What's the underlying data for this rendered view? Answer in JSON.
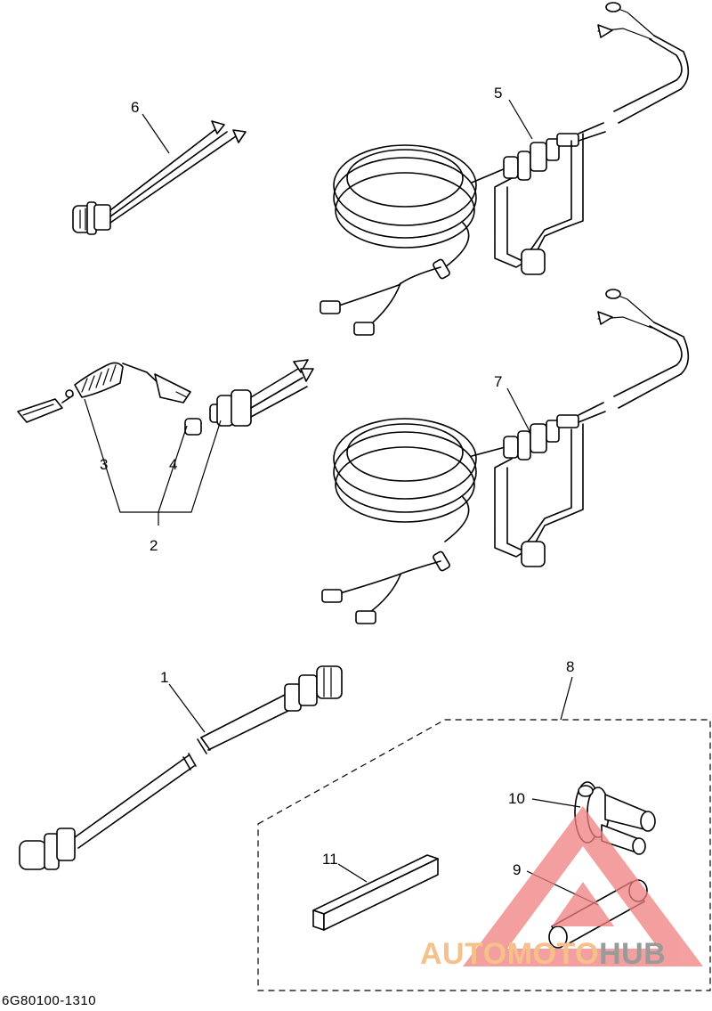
{
  "diagram": {
    "code": "6G80100-1310",
    "callouts": [
      {
        "id": "1",
        "label": "1"
      },
      {
        "id": "2",
        "label": "2"
      },
      {
        "id": "3",
        "label": "3"
      },
      {
        "id": "4",
        "label": "4"
      },
      {
        "id": "5",
        "label": "5"
      },
      {
        "id": "6",
        "label": "6"
      },
      {
        "id": "7",
        "label": "7"
      },
      {
        "id": "8",
        "label": "8"
      },
      {
        "id": "9",
        "label": "9"
      },
      {
        "id": "10",
        "label": "10"
      },
      {
        "id": "11",
        "label": "11"
      }
    ]
  },
  "watermark": {
    "part_a": "AUTOMOTO",
    "part_b": "HUB",
    "color_a": "#f5c08a",
    "color_b": "#9a9a9a",
    "logo_color": "#f08080"
  }
}
